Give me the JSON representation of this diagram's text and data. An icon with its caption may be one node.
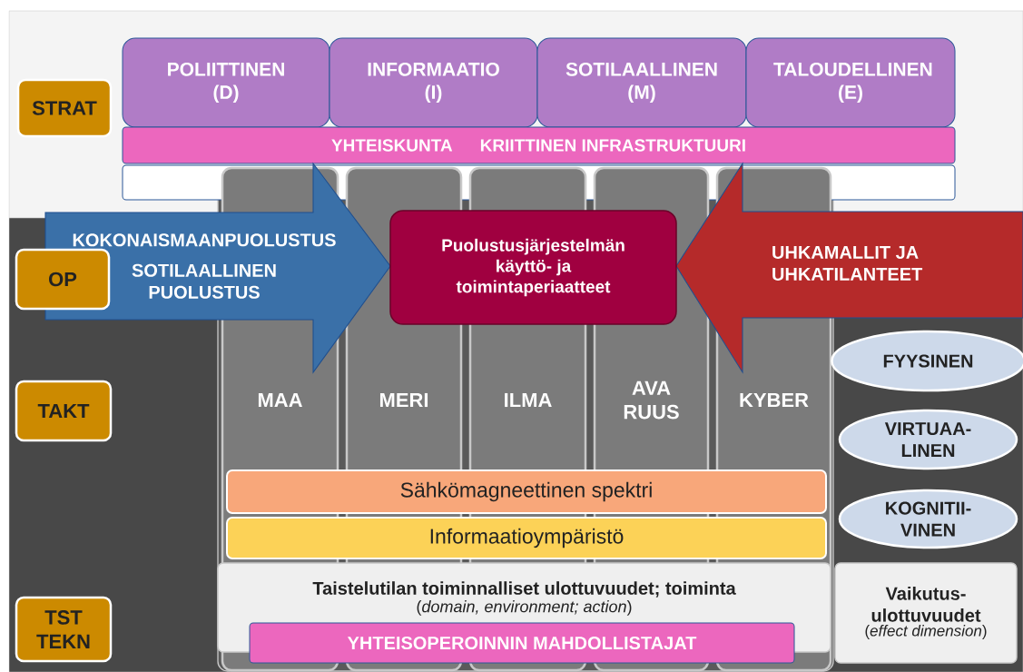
{
  "diagram": {
    "nodes": [
      {
        "text": [
          "STRAT"
        ]
      },
      {
        "text": [
          "POLIITTINEN (D)"
        ]
      },
      {
        "text": [
          "INFORMAATIO (I)"
        ]
      },
      {
        "text": [
          "SOTILAALLINEN (M)"
        ]
      },
      {
        "text": [
          "TALOUDELLINEN (E)"
        ]
      },
      {
        "text": [
          "YHTEISKUNTA",
          "KRIITTINEN INFRASTRUKTUURI"
        ]
      },
      {
        "text": [],
        "shape": "box"
      },
      {
        "text": [
          "OP"
        ]
      },
      {
        "text": [
          "KOKONAISMAANPUOLUSTUS",
          "SOTILAALLINEN PUOLUSTUS"
        ]
      },
      {
        "text": [
          "Puolustusjärjestelmän käyttö- ja toimintaperiaatteet"
        ]
      },
      {
        "text": [
          "UHKAMALLIT JA UHKATILANTEET"
        ]
      },
      {
        "text": [
          "TAKT"
        ]
      },
      {
        "text": [
          "MAA"
        ]
      },
      {
        "text": [
          "MERI"
        ]
      },
      {
        "text": [
          "ILMA"
        ]
      },
      {
        "text": [
          "AVA RUUS"
        ]
      },
      {
        "text": [
          "KYBER"
        ]
      },
      {
        "text": [
          "FYYSINEN"
        ]
      },
      {
        "text": [
          "VIRTUAA- LINEN"
        ]
      },
      {
        "text": [
          "KOGNITII- VINEN"
        ]
      },
      {
        "text": [
          "Sähkömagneettinen spektri"
        ]
      },
      {
        "text": [
          "Informaatioympäristö"
        ]
      },
      {
        "text": [
          "Taistelutilan toiminnalliset ulottuvuudet; toiminta",
          "(*domain, environment; action*)"
        ]
      },
      {
        "text": [
          "TST TEKN"
        ]
      },
      {
        "text": [
          "Vaikutus- ulottuvuudet",
          "(*effect dimension*)"
        ]
      },
      {
        "text": [
          "YHTEISOPEROINNIN MAHDOLLISTAJAT"
        ]
      }
    ]
  }
}
